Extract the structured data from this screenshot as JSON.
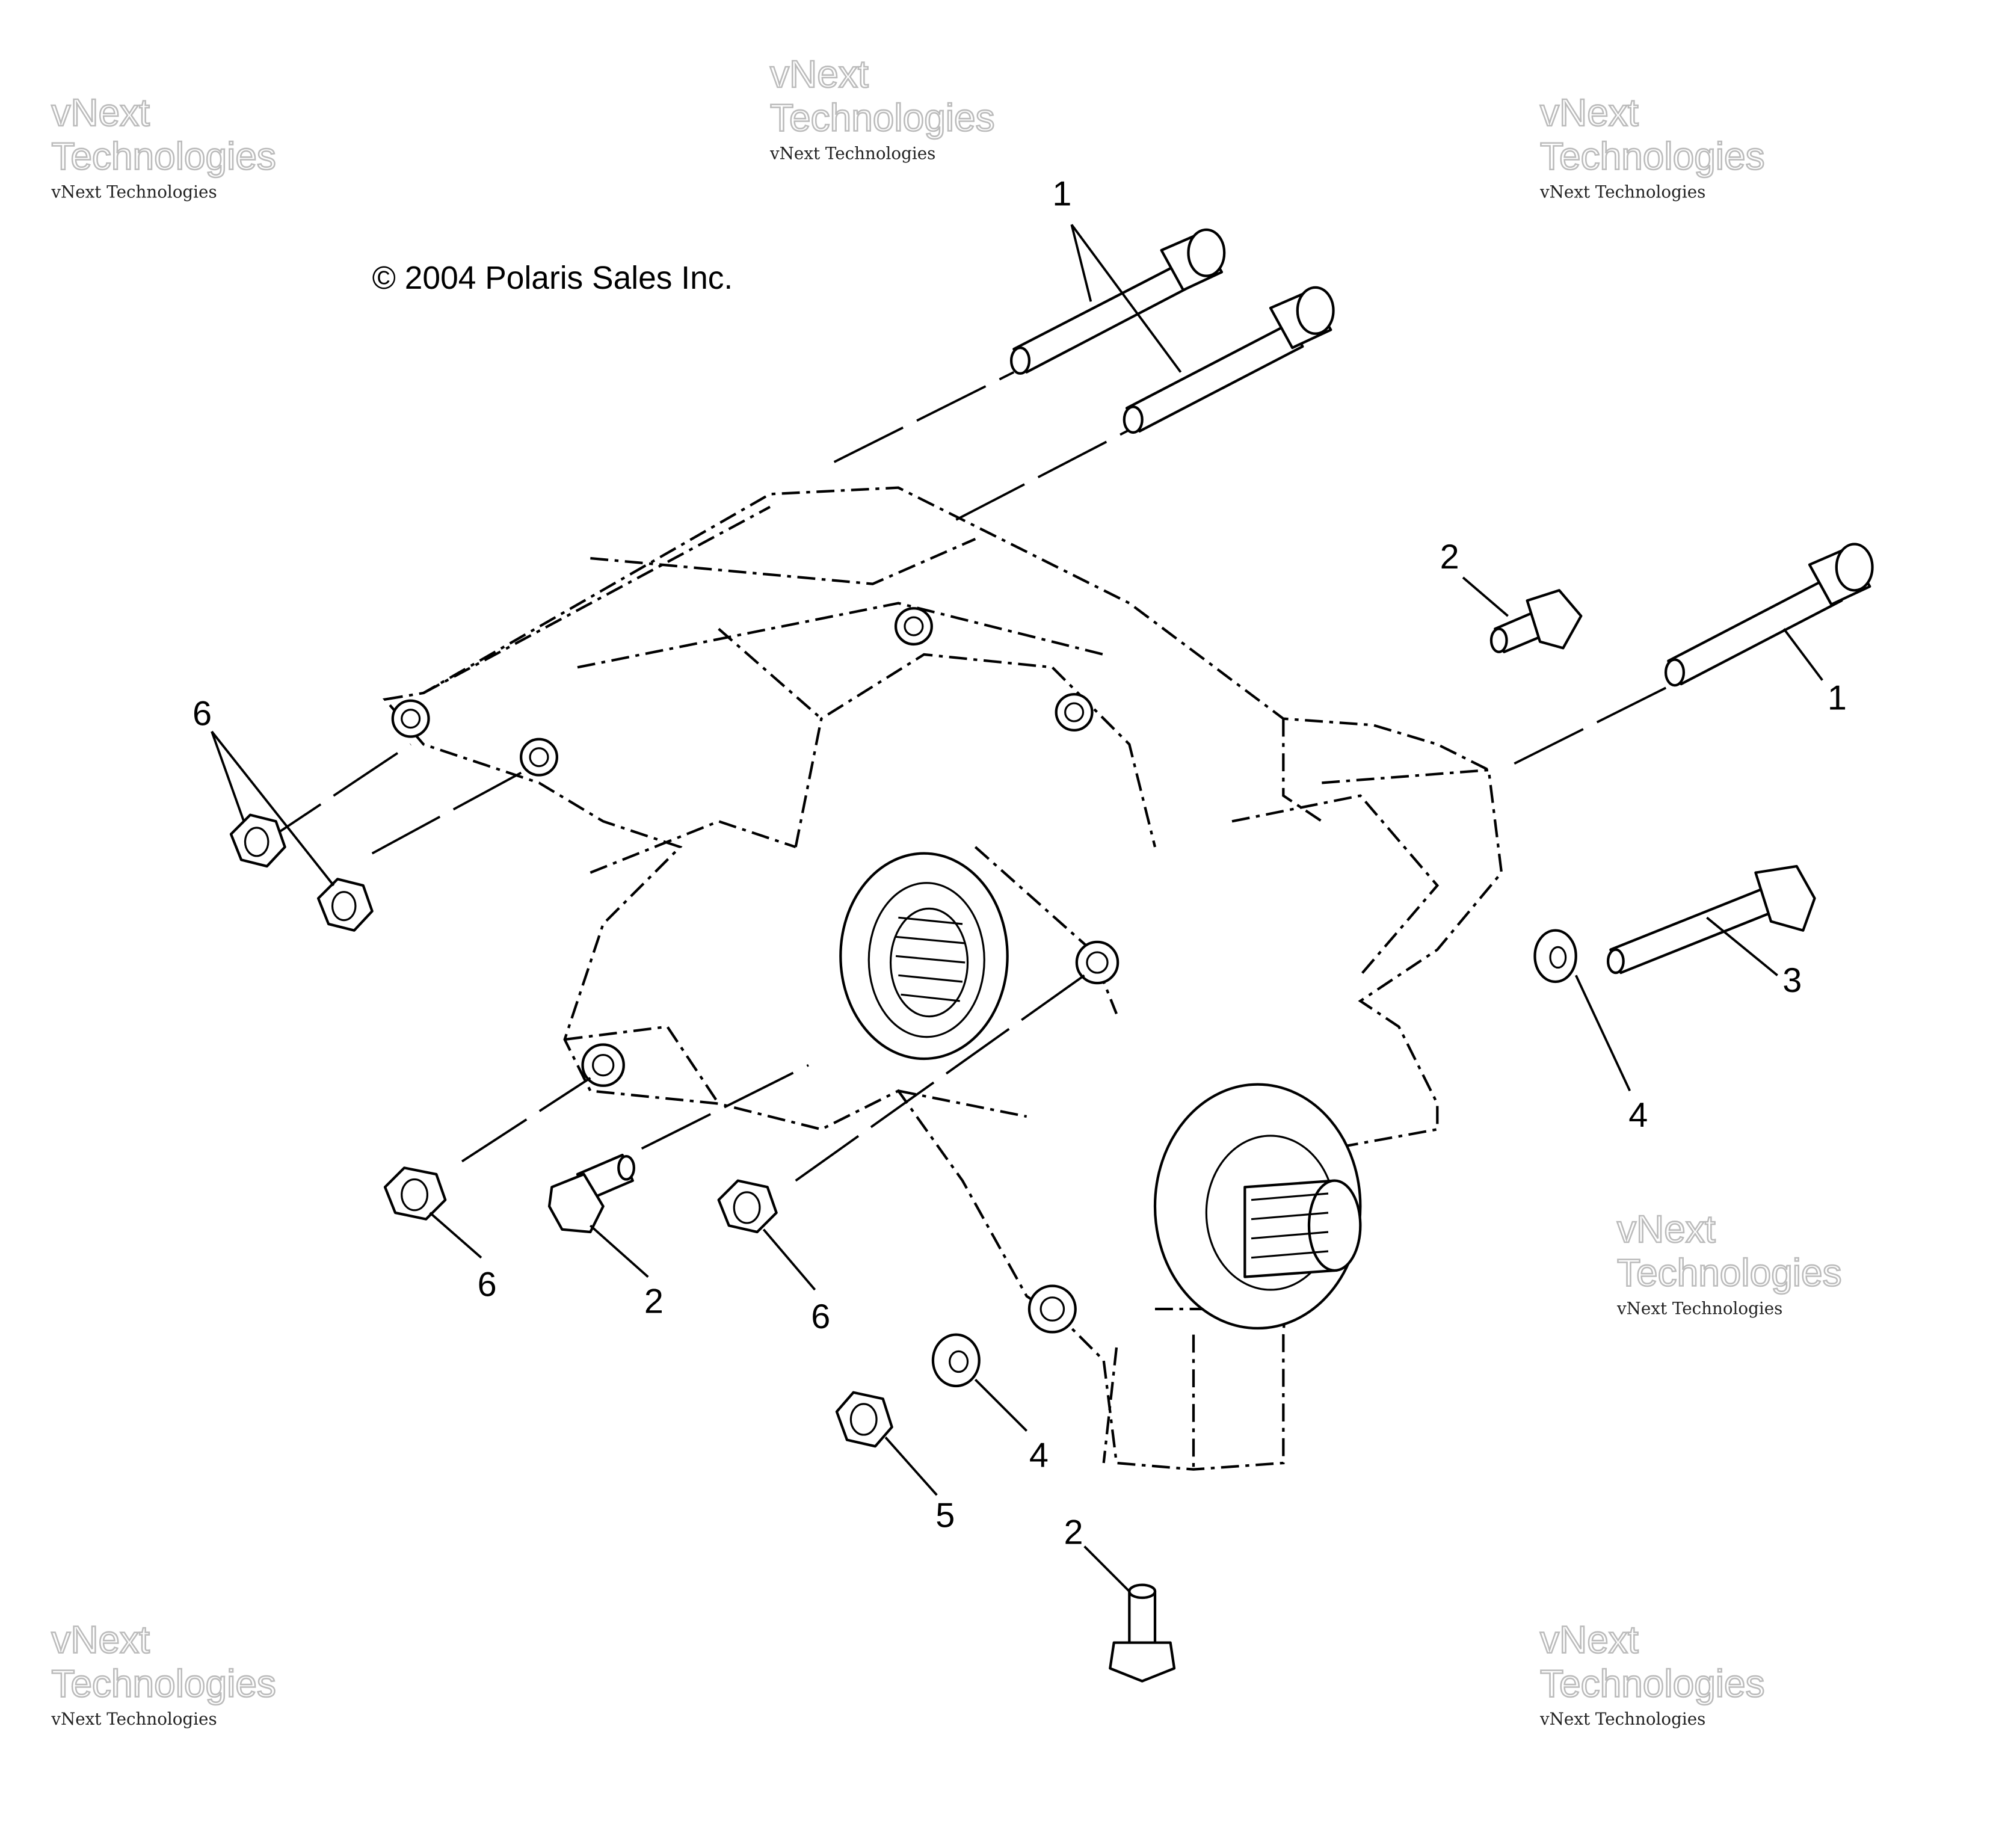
{
  "copyright": "© 2004 Polaris Sales Inc.",
  "watermark": {
    "line_small": "vNext Technologies",
    "line_big_1": "vNext",
    "line_big_2": "Technologies"
  },
  "callouts": [
    {
      "id": "1",
      "part": "bolt-long"
    },
    {
      "id": "1",
      "part": "bolt-long-right"
    },
    {
      "id": "2",
      "part": "bolt-short-upper"
    },
    {
      "id": "6",
      "part": "nut-pair-left"
    },
    {
      "id": "3",
      "part": "hex-bolt"
    },
    {
      "id": "4",
      "part": "washer-right"
    },
    {
      "id": "6",
      "part": "nut-lower-left"
    },
    {
      "id": "2",
      "part": "bolt-short-lower"
    },
    {
      "id": "6",
      "part": "nut-lower-mid"
    },
    {
      "id": "4",
      "part": "washer-lower"
    },
    {
      "id": "5",
      "part": "nut-bottom"
    },
    {
      "id": "2",
      "part": "bolt-bottom"
    }
  ]
}
